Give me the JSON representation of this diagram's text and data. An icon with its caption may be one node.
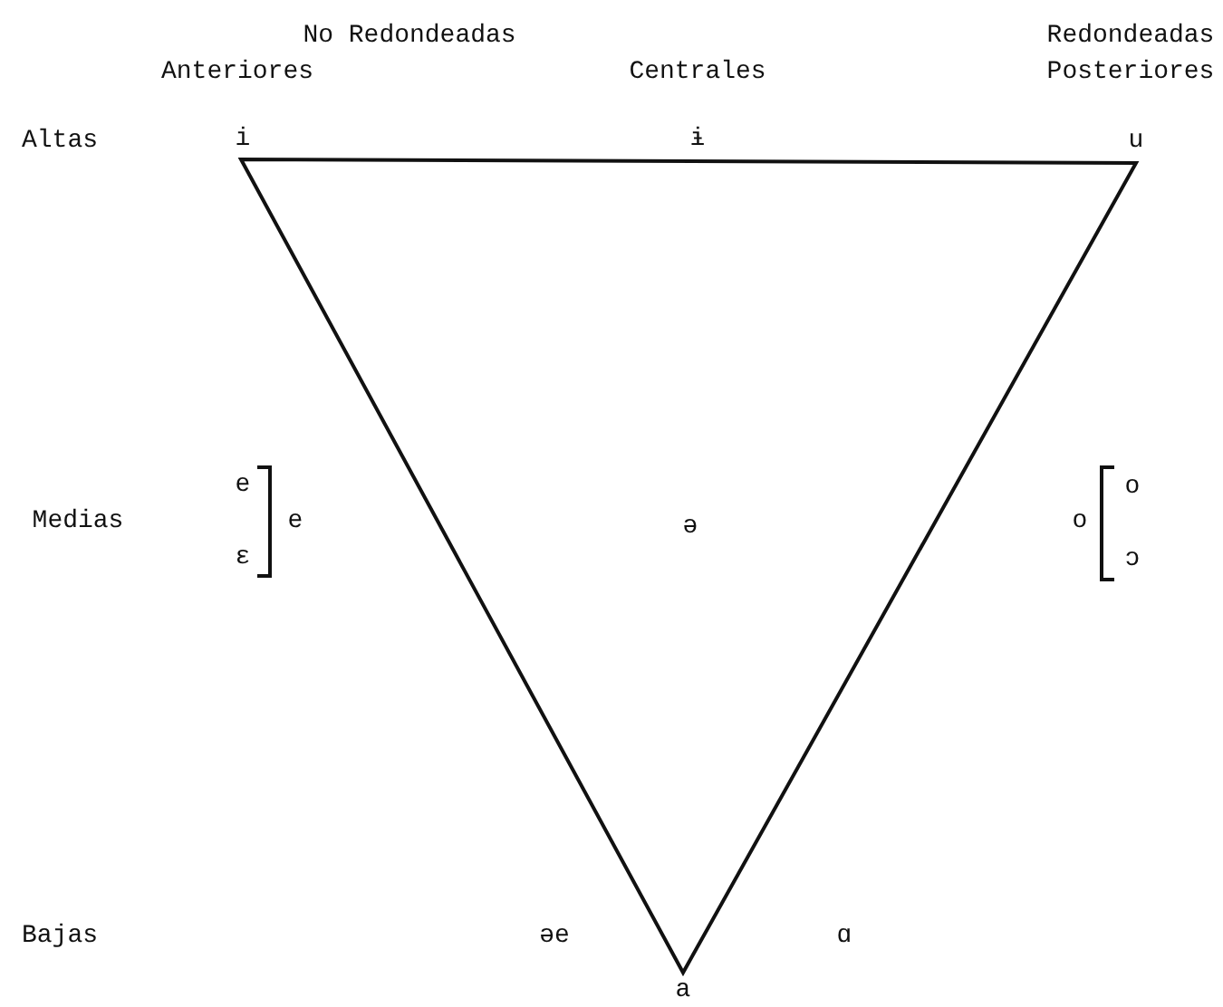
{
  "diagram": {
    "labels": [
      "No Redondeadas",
      "Redondeadas",
      "Anteriores",
      "Centrales",
      "Posteriores",
      "Altas",
      "i",
      "ɨ",
      "u",
      "Medias",
      "e",
      "e",
      "ɛ",
      "ə",
      "o",
      "o",
      "ɔ",
      "Bajas",
      "əe",
      "ɑ",
      "a"
    ]
  }
}
